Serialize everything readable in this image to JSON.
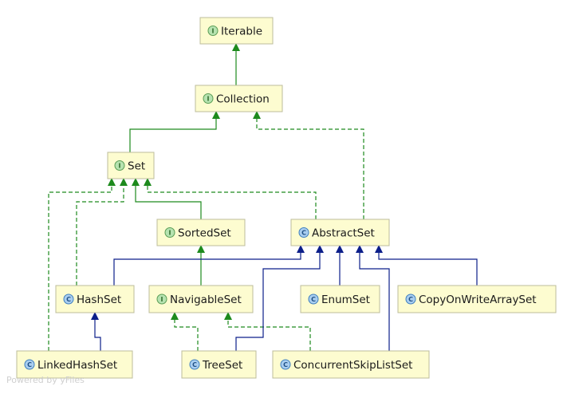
{
  "nodes": {
    "iterable": {
      "label": "Iterable",
      "kind": "I"
    },
    "collection": {
      "label": "Collection",
      "kind": "I"
    },
    "set": {
      "label": "Set",
      "kind": "I"
    },
    "sortedset": {
      "label": "SortedSet",
      "kind": "I"
    },
    "abstractset": {
      "label": "AbstractSet",
      "kind": "C"
    },
    "hashset": {
      "label": "HashSet",
      "kind": "C"
    },
    "navigableset": {
      "label": "NavigableSet",
      "kind": "I"
    },
    "enumset": {
      "label": "EnumSet",
      "kind": "C"
    },
    "cowas": {
      "label": "CopyOnWriteArraySet",
      "kind": "C"
    },
    "linkedhashset": {
      "label": "LinkedHashSet",
      "kind": "C"
    },
    "treeset": {
      "label": "TreeSet",
      "kind": "C"
    },
    "csls": {
      "label": "ConcurrentSkipListSet",
      "kind": "C"
    }
  },
  "watermark": "Powered by yFiles",
  "colors": {
    "node_fill": "#fdfcd0",
    "interface_edge": "#1d8a1d",
    "class_edge": "#0c1f8a"
  }
}
